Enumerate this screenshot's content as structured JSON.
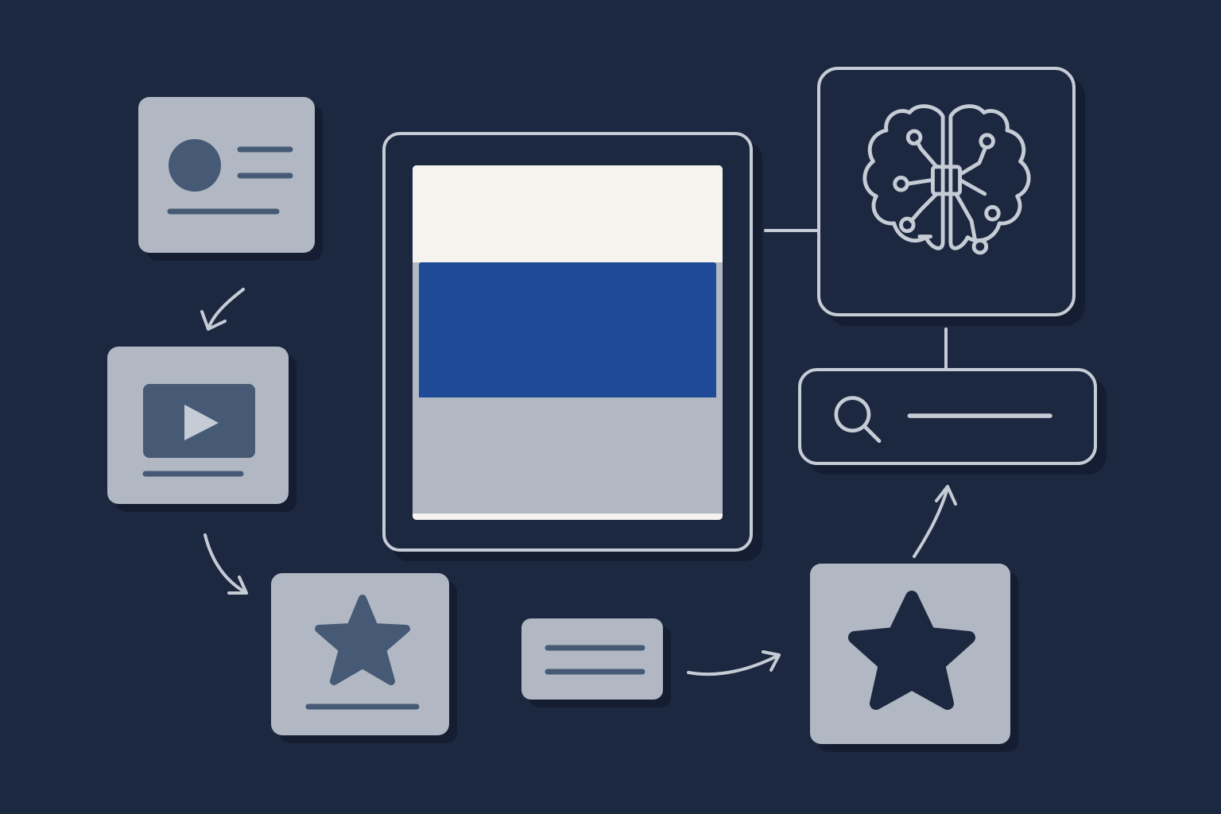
{
  "colors": {
    "background": "#1c2840",
    "card_fill": "#b1b8c3",
    "icon_dark": "#465a75",
    "outline_light": "#c6ccd5",
    "feed_top": "#f4f3ee",
    "feed_accent": "#1e4a96",
    "connector": "#c6ccd5"
  },
  "icons": {
    "profile": "profile-avatar-icon",
    "video": "play-video-icon",
    "rating": "star-icon",
    "text": "text-lines-icon",
    "favorite": "star-outline-icon",
    "ai": "brain-circuit-icon",
    "search": "search-icon"
  },
  "flow": [
    "profile",
    "video",
    "rating",
    "text",
    "favorite",
    "search",
    "ai",
    "feed"
  ]
}
